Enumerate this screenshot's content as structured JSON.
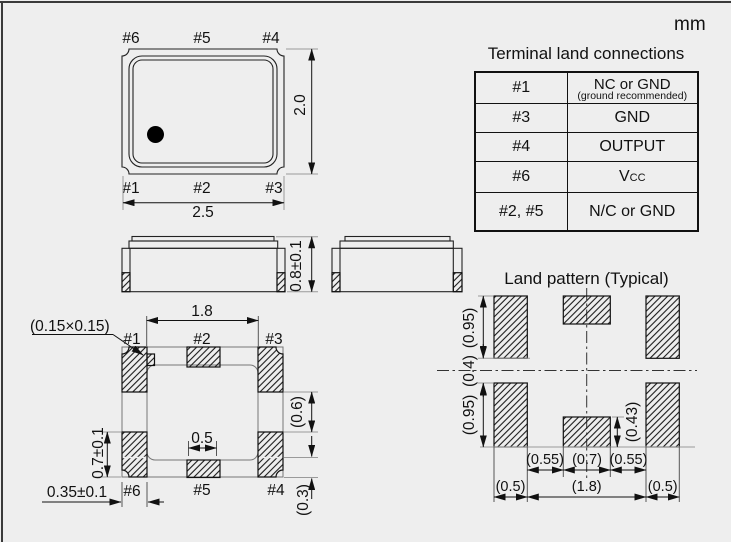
{
  "unit": "mm",
  "table": {
    "title": "Terminal land connections",
    "rows": [
      {
        "pin": "#1",
        "value": "NC or GND",
        "note": "(ground recommended)"
      },
      {
        "pin": "#3",
        "value": "GND"
      },
      {
        "pin": "#4",
        "value": "OUTPUT"
      },
      {
        "pin": "#6",
        "value": "V",
        "value_sub": "CC"
      },
      {
        "pin": "#2, #5",
        "value": "N/C or GND"
      }
    ]
  },
  "top_view": {
    "pins_top": [
      "#6",
      "#5",
      "#4"
    ],
    "pins_bottom": [
      "#1",
      "#2",
      "#3"
    ],
    "dim_height": "2.0",
    "dim_width": "2.5"
  },
  "side_view": {
    "dim_height": "0.8±0.1"
  },
  "bottom_view": {
    "index_cut": "(0.15×0.15)",
    "pins_top": [
      "#1",
      "#2",
      "#3"
    ],
    "pins_bottom": [
      "#6",
      "#5",
      "#4"
    ],
    "dim_inner_width": "1.8",
    "dim_center_pad_width": "0.5",
    "dim_pad_height": "0.7±0.1",
    "dim_pad_width": "0.35±0.1",
    "dim_side_gap": "(0.6)",
    "dim_wrap": "(0.3)"
  },
  "land_pattern": {
    "title": "Land pattern (Typical)",
    "dim_pad_h_top": "(0.95)",
    "dim_gap_v": "(0.4)",
    "dim_pad_h_bottom": "(0.95)",
    "dim_center_pad_h": "(0.43)",
    "dim_gap_left": "(0.55)",
    "dim_center_w": "(0.7)",
    "dim_gap_right": "(0.55)",
    "dim_pad_w_left": "(0.5)",
    "dim_span": "(1.8)",
    "dim_pad_w_right": "(0.5)"
  }
}
